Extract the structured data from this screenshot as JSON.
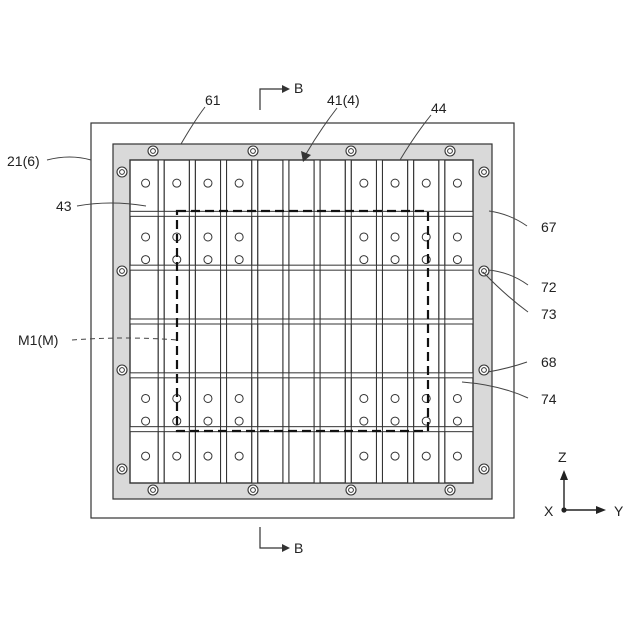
{
  "figure": {
    "section_marker_label": "B",
    "labels": {
      "l61": "61",
      "l41": "41(4)",
      "l44": "44",
      "l21": "21(6)",
      "l43": "43",
      "l67": "67",
      "l72": "72",
      "l73": "73",
      "lM1": "M1(M)",
      "l68": "68",
      "l74": "74"
    },
    "axes": {
      "z": "Z",
      "x": "X",
      "y": "Y"
    },
    "grid": {
      "columns": 11,
      "rows": 6
    },
    "pin_rows_by_cell_row": [
      [
        0
      ],
      [
        0,
        1
      ],
      [],
      [],
      [
        0,
        1
      ],
      [
        1
      ]
    ],
    "pin_columns": [
      0,
      1,
      2,
      3,
      7,
      8,
      9,
      10
    ],
    "colors": {
      "line": "#333333",
      "outer_fill": "#ffffff",
      "frame_fill": "#d9d9d9",
      "dashed": "#111111"
    }
  }
}
